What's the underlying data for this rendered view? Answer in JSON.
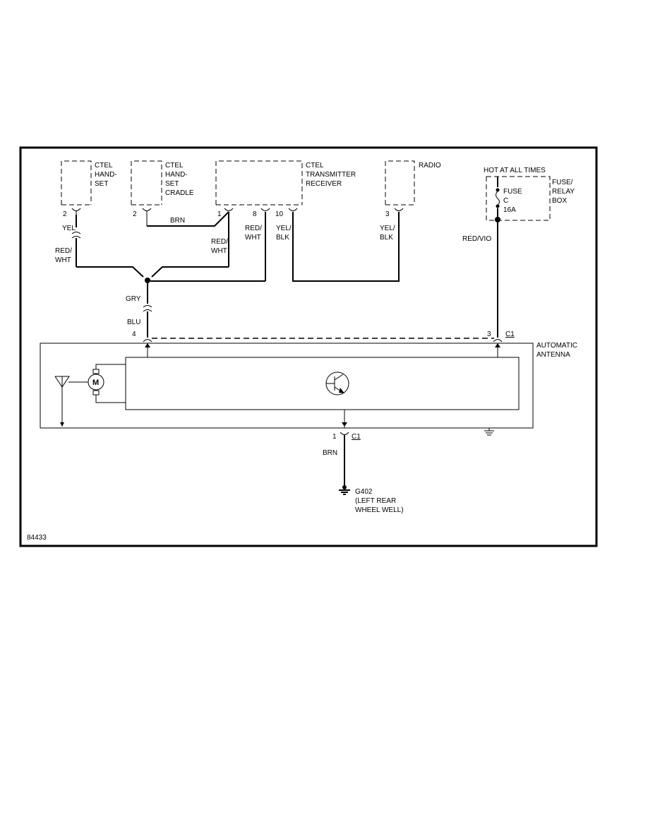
{
  "components": {
    "handset": "CTEL\nHAND-\nSET",
    "cradle": "CTEL\nHAND-\nSET\nCRADLE",
    "transmitter": "CTEL\nTRANSMITTER\nRECEIVER",
    "radio": "RADIO",
    "hot_label": "HOT AT ALL TIMES",
    "fuse": "FUSE\nC\n16A",
    "fuse_box": "FUSE/\nRELAY\nBOX",
    "antenna": "AUTOMATIC\nANTENNA",
    "motor": "M",
    "ground": "G402\n(LEFT REAR\nWHEEL WELL)"
  },
  "pins": {
    "handset": "2",
    "cradle": "2",
    "tr_1": "1",
    "tr_8": "8",
    "tr_10": "10",
    "radio": "3",
    "antenna_4": "4",
    "antenna_3": "3",
    "antenna_1": "1",
    "connector_c1_top": "C1",
    "connector_c1_bottom": "C1"
  },
  "wires": {
    "yel": "YEL",
    "red_wht_left": "RED/\nWHT",
    "brn_top": "BRN",
    "red_wht_mid": "RED/\nWHT",
    "red_wht_8": "RED/\nWHT",
    "yel_blk_10": "YEL/\nBLK",
    "yel_blk_radio": "YEL/\nBLK",
    "red_vio": "RED/VIO",
    "gry": "GRY",
    "blu": "BLU",
    "brn_bottom": "BRN"
  },
  "diagram_id": "84433"
}
